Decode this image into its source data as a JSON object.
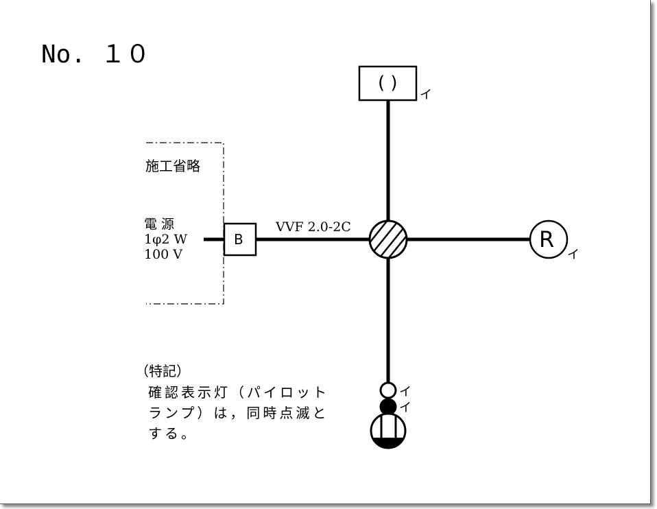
{
  "title": "No. １０",
  "omitted_label": "施工省略",
  "power_source": {
    "line1": "電 源",
    "line2": "1φ2 W",
    "line3": "100 V"
  },
  "breaker_label": "B",
  "cable_label": "VVF 2.0-2C",
  "receptacle_label": "R",
  "switch_labels": {
    "top": "イ",
    "receptacle": "イ",
    "pilot": "イ",
    "switch": "イ"
  },
  "notes": {
    "heading": "（特記）",
    "line1": "確認表示灯（パイロット",
    "line2": "ランプ）は，同時点滅と",
    "line3": "する。"
  }
}
